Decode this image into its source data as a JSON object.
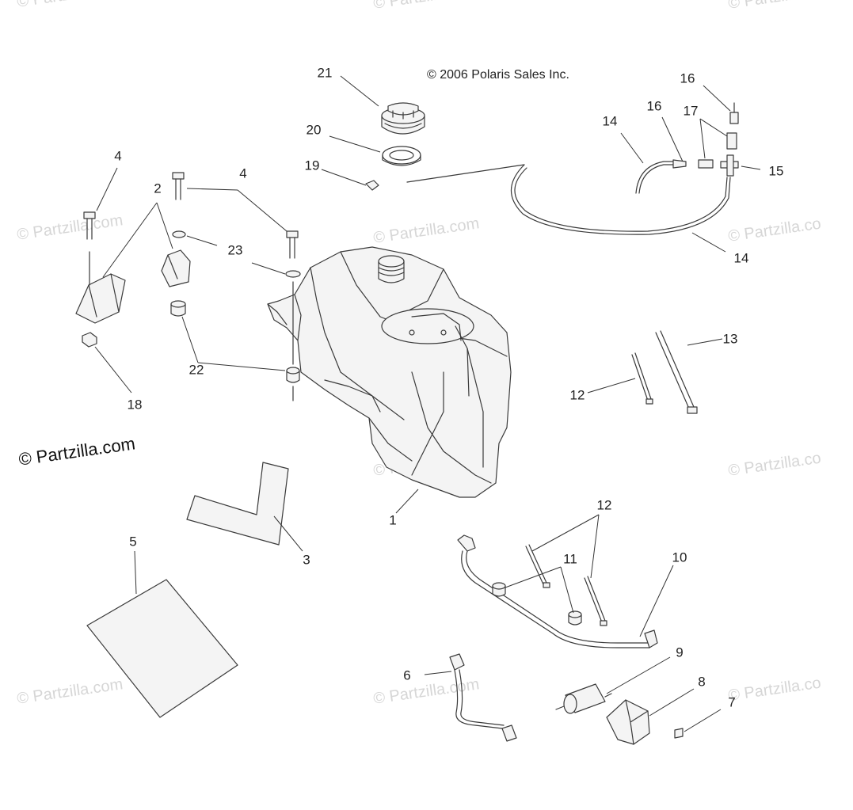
{
  "copyright": "© 2006 Polaris Sales Inc.",
  "watermark": {
    "faint_text": "© Partzilla.com",
    "faint_text_clipped": "© Partzilla.co",
    "strong_text": "© Partzilla.com"
  },
  "callouts": {
    "c1": "1",
    "c2": "2",
    "c3": "3",
    "c4a": "4",
    "c4b": "4",
    "c5": "5",
    "c6": "6",
    "c7": "7",
    "c8": "8",
    "c9": "9",
    "c10": "10",
    "c11": "11",
    "c12a": "12",
    "c12b": "12",
    "c13": "13",
    "c14a": "14",
    "c14b": "14",
    "c15": "15",
    "c16a": "16",
    "c16b": "16",
    "c17": "17",
    "c18": "18",
    "c19": "19",
    "c20": "20",
    "c21": "21",
    "c22": "22",
    "c23": "23"
  },
  "colors": {
    "line": "#3a3a3a",
    "text": "#222222",
    "watermark": "#d6d6d6",
    "background": "#ffffff"
  }
}
